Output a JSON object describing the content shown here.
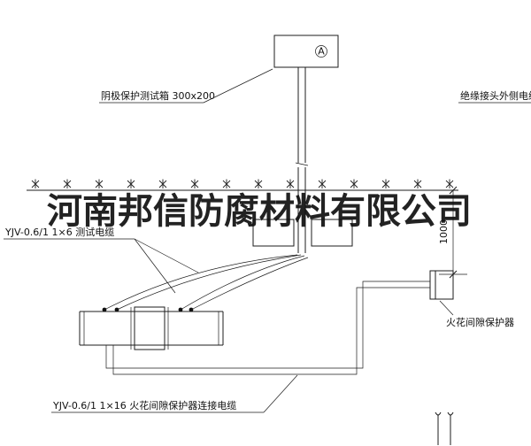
{
  "watermark": {
    "text": "河南邦信防腐材料有限公司"
  },
  "labels": {
    "test_box": "阴极保护测试箱 300x200",
    "insulated_joint_cable": "绝缘接头外侧电缆",
    "test_cable": "YJV-0.6/1 1×6  测试电缆",
    "spark_gap": "火花间隙保护器",
    "connection_cable": "YJV-0.6/1 1×16  火花间隙保护器连接电缆",
    "ammeter": "A",
    "dimension_depth": "1000"
  },
  "colors": {
    "line": "#1c1c1c",
    "background": "#ffffff"
  }
}
